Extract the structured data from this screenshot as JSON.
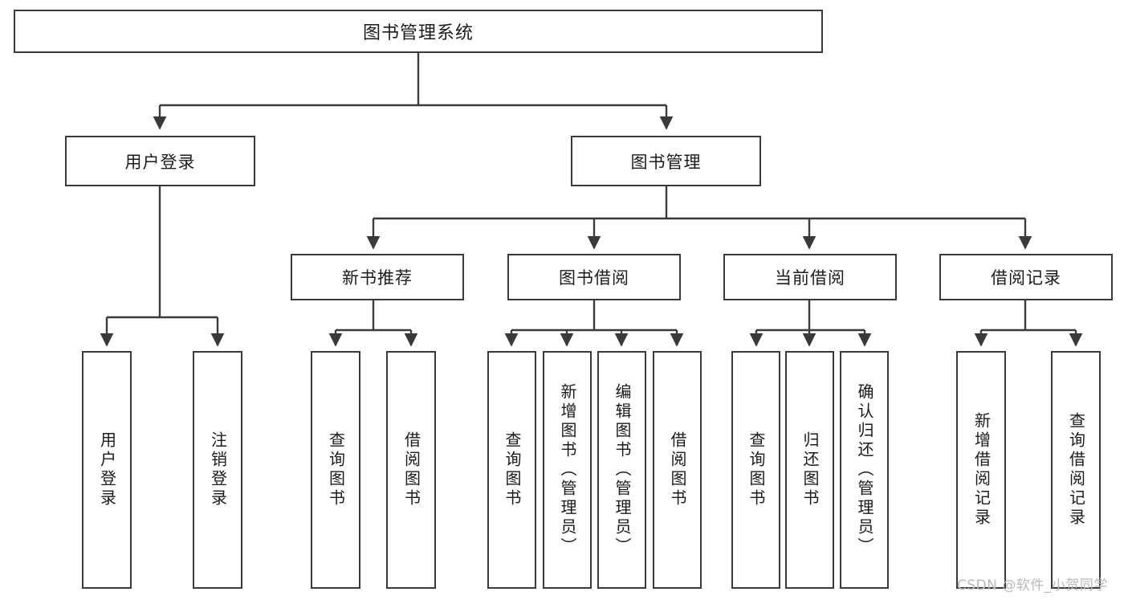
{
  "diagram": {
    "title": "图书管理系统",
    "type": "hierarchy-tree",
    "watermark": "CSDN @软件_小贺同学",
    "colors": {
      "box_border": "#3a3a3a",
      "box_fill": "#ffffff",
      "connector": "#3a3a3a",
      "text": "#1b1b1b",
      "watermark": "#b9b9b9"
    },
    "root": {
      "label": "图书管理系统"
    },
    "level2": [
      {
        "label": "用户登录"
      },
      {
        "label": "图书管理"
      }
    ],
    "level3": [
      {
        "label": "新书推荐"
      },
      {
        "label": "图书借阅"
      },
      {
        "label": "当前借阅"
      },
      {
        "label": "借阅记录"
      }
    ],
    "leaves": {
      "user_login": [
        {
          "label": "用户登录"
        },
        {
          "label": "注销登录"
        }
      ],
      "new_book_recommend": [
        {
          "label": "查询图书"
        },
        {
          "label": "借阅图书"
        }
      ],
      "book_borrow": [
        {
          "label": "查询图书"
        },
        {
          "label": "新增图书（管理员）"
        },
        {
          "label": "编辑图书（管理员）"
        },
        {
          "label": "借阅图书"
        }
      ],
      "current_borrow": [
        {
          "label": "查询图书"
        },
        {
          "label": "归还图书"
        },
        {
          "label": "确认归还（管理员）"
        }
      ],
      "borrow_record": [
        {
          "label": "新增借阅记录"
        },
        {
          "label": "查询借阅记录"
        }
      ]
    }
  }
}
